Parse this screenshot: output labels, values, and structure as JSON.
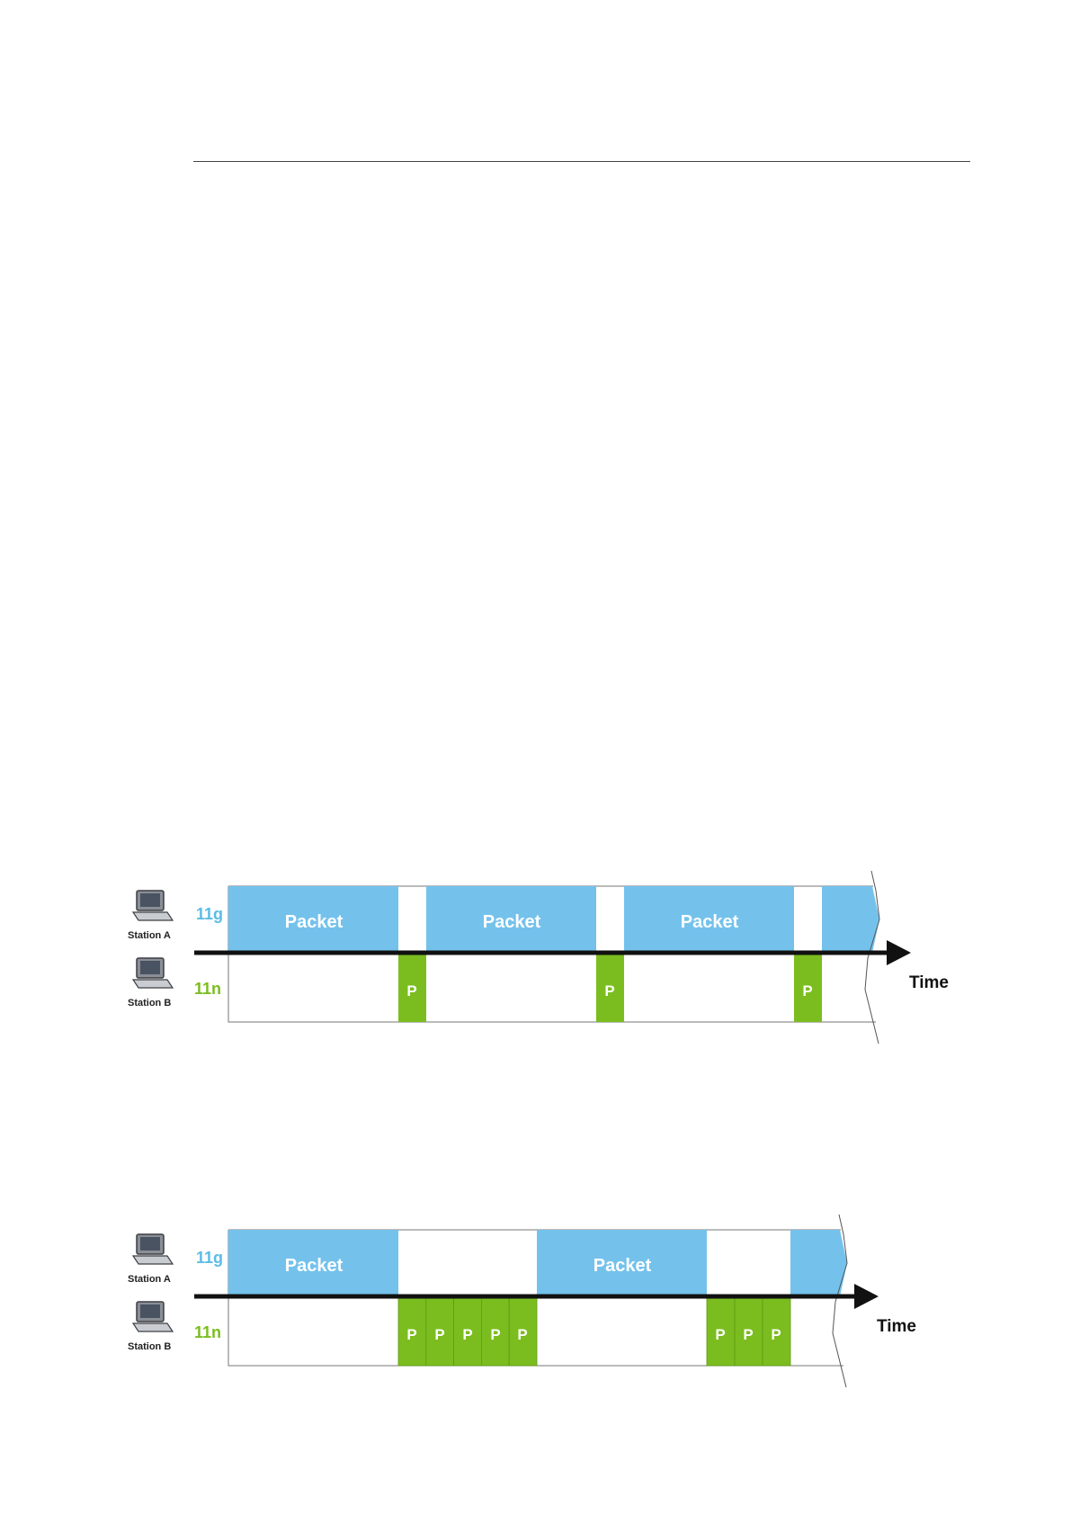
{
  "colors": {
    "packet_11g": "#74c2ec",
    "packet_11n": "#7bbd1f",
    "label_11g": "#5bbde6",
    "label_11n": "#7bbd1f",
    "axis": "#111111"
  },
  "diagrams": [
    {
      "id": "diagram-1",
      "station_a": "Station A",
      "station_b": "Station B",
      "label_11g": "11g",
      "label_11n": "11n",
      "time_label": "Time",
      "packets_11g": [
        "Packet",
        "Packet",
        "Packet"
      ],
      "packets_11n": [
        "P",
        "P",
        "P"
      ]
    },
    {
      "id": "diagram-2",
      "station_a": "Station A",
      "station_b": "Station B",
      "label_11g": "11g",
      "label_11n": "11n",
      "time_label": "Time",
      "packets_11g": [
        "Packet",
        "Packet"
      ],
      "packets_11n": [
        "P",
        "P",
        "P",
        "P",
        "P",
        "P",
        "P",
        "P"
      ]
    }
  ]
}
